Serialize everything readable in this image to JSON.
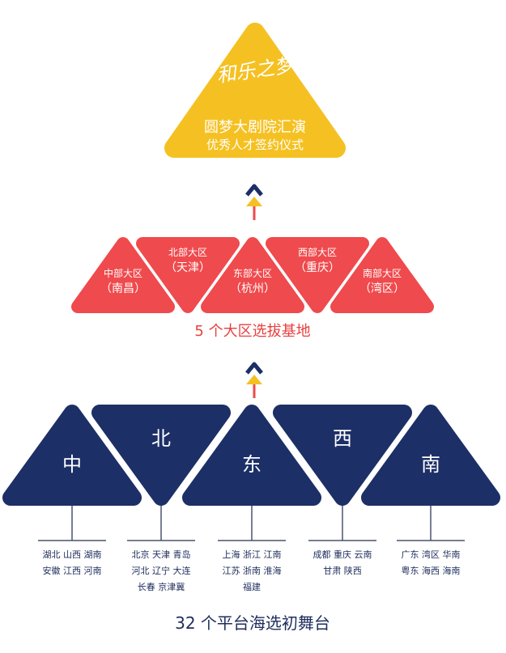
{
  "colors": {
    "yellow": "#f5c122",
    "red": "#ef4a4d",
    "navy": "#1c2f66",
    "line": "#4a5270",
    "redText": "#e8403f"
  },
  "top": {
    "logo_text": "和乐之梦",
    "line1": "圆梦大剧院汇演",
    "line2": "优秀人才签约仪式"
  },
  "middle": {
    "caption": "5 个大区选拔基地",
    "regions": [
      {
        "name": "中部大区",
        "city": "（南昌）",
        "dir": "up"
      },
      {
        "name": "北部大区",
        "city": "（天津）",
        "dir": "down"
      },
      {
        "name": "东部大区",
        "city": "（杭州）",
        "dir": "up"
      },
      {
        "name": "西部大区",
        "city": "（重庆）",
        "dir": "down"
      },
      {
        "name": "南部大区",
        "city": "（湾区）",
        "dir": "up"
      }
    ]
  },
  "bottom": {
    "caption": "32 个平台海选初舞台",
    "regions": [
      {
        "label": "中",
        "dir": "up",
        "cities": [
          "湖北 山西 湖南",
          "安徽 江西 河南"
        ]
      },
      {
        "label": "北",
        "dir": "down",
        "cities": [
          "北京 天津 青岛",
          "河北 辽宁 大连",
          "长春 京津冀"
        ]
      },
      {
        "label": "东",
        "dir": "up",
        "cities": [
          "上海 浙江 江南",
          "江苏 浙南 淮海",
          "福建"
        ]
      },
      {
        "label": "西",
        "dir": "down",
        "cities": [
          "成都 重庆 云南",
          "甘肃 陕西"
        ]
      },
      {
        "label": "南",
        "dir": "up",
        "cities": [
          "广东 湾区 华南",
          "粤东 海西 海南"
        ]
      }
    ]
  },
  "icons": [
    "arrow-up-icon",
    "arrow-up-icon"
  ]
}
